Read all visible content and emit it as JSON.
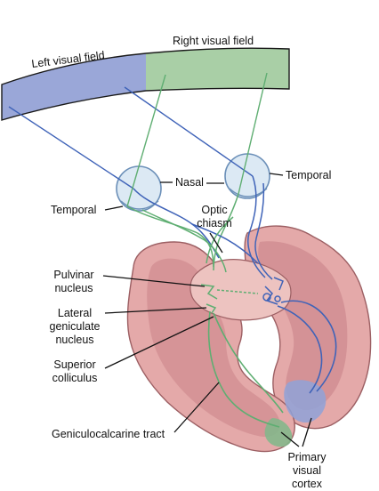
{
  "labels": {
    "left_visual_field": "Left visual field",
    "right_visual_field": "Right visual field",
    "nasal": "Nasal",
    "temporal_right": "Temporal",
    "temporal_left": "Temporal",
    "optic_chiasm_1": "Optic",
    "optic_chiasm_2": "chiasm",
    "pulvinar_1": "Pulvinar",
    "pulvinar_2": "nucleus",
    "lgn_1": "Lateral",
    "lgn_2": "geniculate",
    "lgn_3": "nucleus",
    "superior_colliculus_1": "Superior",
    "superior_colliculus_2": "colliculus",
    "geniculocalcarine": "Geniculocalcarine tract",
    "primary_visual_cortex_1": "Primary",
    "primary_visual_cortex_2": "visual",
    "primary_visual_cortex_3": "cortex"
  },
  "colors": {
    "left_field": "#9aa7d8",
    "right_field": "#a9cfa6",
    "left_pathway": "#3f63b8",
    "right_pathway": "#5fae72",
    "brain_fill": "#e4a9a9",
    "brain_dark": "#c77f86",
    "brain_outline": "#9c5f63",
    "eye_fill": "#dce9f4",
    "outline": "#1a1a1a"
  }
}
